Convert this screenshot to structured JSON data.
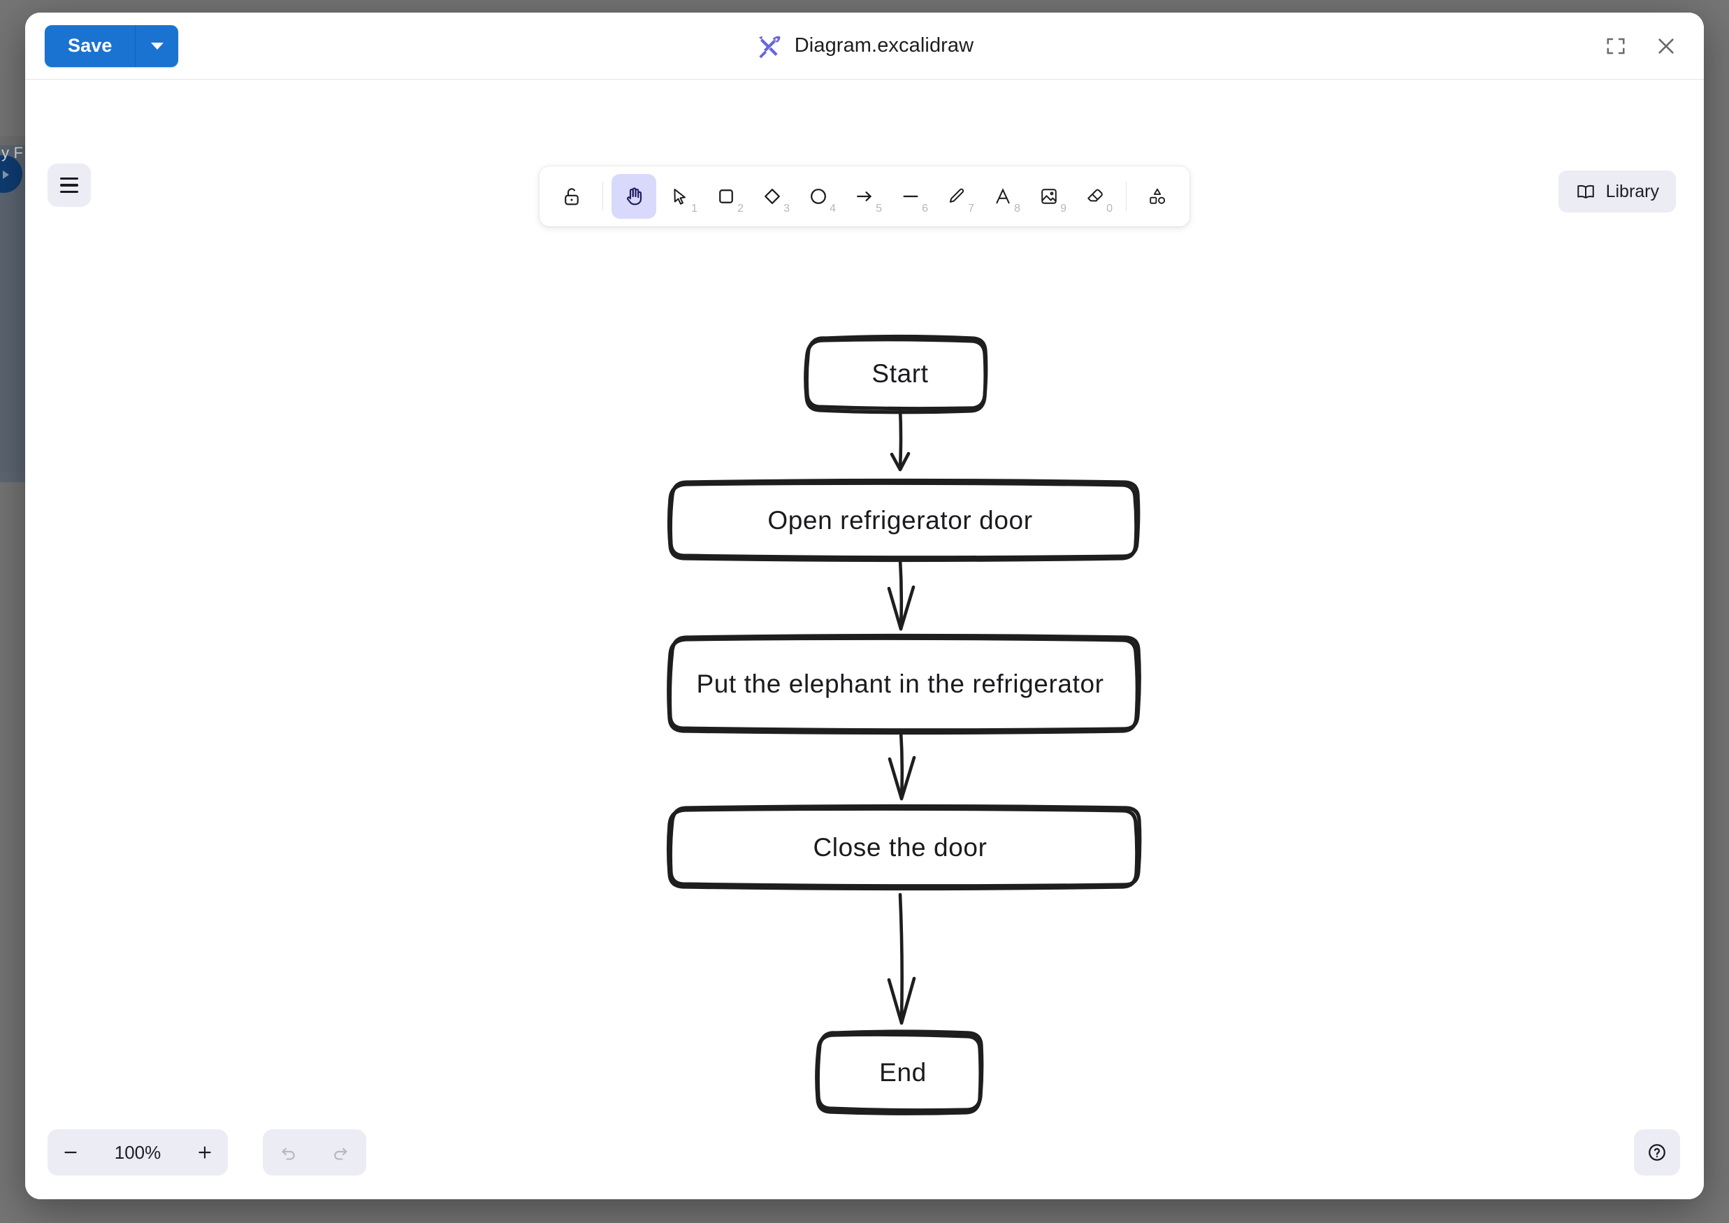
{
  "backdrop": {
    "partial_label": "y F"
  },
  "titlebar": {
    "save_label": "Save",
    "save_dropdown_icon": "chevron-down-icon",
    "app_logo_icon": "excalidraw-logo-icon",
    "document_title": "Diagram.excalidraw",
    "fullscreen_icon": "fullscreen-icon",
    "close_icon": "close-icon"
  },
  "canvas": {
    "menu_icon": "hamburger-menu-icon",
    "library_label": "Library",
    "library_icon": "book-icon"
  },
  "toolbar": {
    "tools": [
      {
        "name": "lock-icon",
        "label": "Keep selected tool active after drawing",
        "shortcut": "",
        "active": false
      },
      {
        "name": "hand-icon",
        "label": "Hand (panning tool)",
        "shortcut": "",
        "active": true
      },
      {
        "name": "selection-icon",
        "label": "Selection",
        "shortcut": "1",
        "active": false
      },
      {
        "name": "rectangle-icon",
        "label": "Rectangle",
        "shortcut": "2",
        "active": false
      },
      {
        "name": "diamond-icon",
        "label": "Diamond",
        "shortcut": "3",
        "active": false
      },
      {
        "name": "ellipse-icon",
        "label": "Ellipse",
        "shortcut": "4",
        "active": false
      },
      {
        "name": "arrow-icon",
        "label": "Arrow",
        "shortcut": "5",
        "active": false
      },
      {
        "name": "line-icon",
        "label": "Line",
        "shortcut": "6",
        "active": false
      },
      {
        "name": "draw-icon",
        "label": "Draw",
        "shortcut": "7",
        "active": false
      },
      {
        "name": "text-icon",
        "label": "Text",
        "shortcut": "8",
        "active": false
      },
      {
        "name": "image-icon",
        "label": "Insert image",
        "shortcut": "9",
        "active": false
      },
      {
        "name": "eraser-icon",
        "label": "Eraser",
        "shortcut": "0",
        "active": false
      },
      {
        "name": "shapes-icon",
        "label": "More tools",
        "shortcut": "",
        "active": false
      }
    ]
  },
  "footer": {
    "zoom_out_icon": "minus-icon",
    "zoom_value": "100%",
    "zoom_in_icon": "plus-icon",
    "undo_icon": "undo-icon",
    "redo_icon": "redo-icon",
    "help_icon": "question-circle-icon"
  },
  "chart_data": {
    "type": "diagram",
    "diagram_kind": "flowchart",
    "title": "Diagram.excalidraw",
    "style": "hand-drawn",
    "nodes": [
      {
        "id": "n1",
        "label": "Start",
        "shape": "rounded-rectangle"
      },
      {
        "id": "n2",
        "label": "Open refrigerator door",
        "shape": "rounded-rectangle"
      },
      {
        "id": "n3",
        "label": "Put the elephant in the refrigerator",
        "shape": "rounded-rectangle"
      },
      {
        "id": "n4",
        "label": "Close the door",
        "shape": "rounded-rectangle"
      },
      {
        "id": "n5",
        "label": "End",
        "shape": "rounded-rectangle"
      }
    ],
    "edges": [
      {
        "from": "n1",
        "to": "n2",
        "style": "arrow"
      },
      {
        "from": "n2",
        "to": "n3",
        "style": "arrow"
      },
      {
        "from": "n3",
        "to": "n4",
        "style": "arrow"
      },
      {
        "from": "n4",
        "to": "n5",
        "style": "arrow"
      }
    ],
    "colors": {
      "stroke": "#1e1e1e",
      "fill": "#ffffff",
      "accent": "#6965db"
    }
  }
}
